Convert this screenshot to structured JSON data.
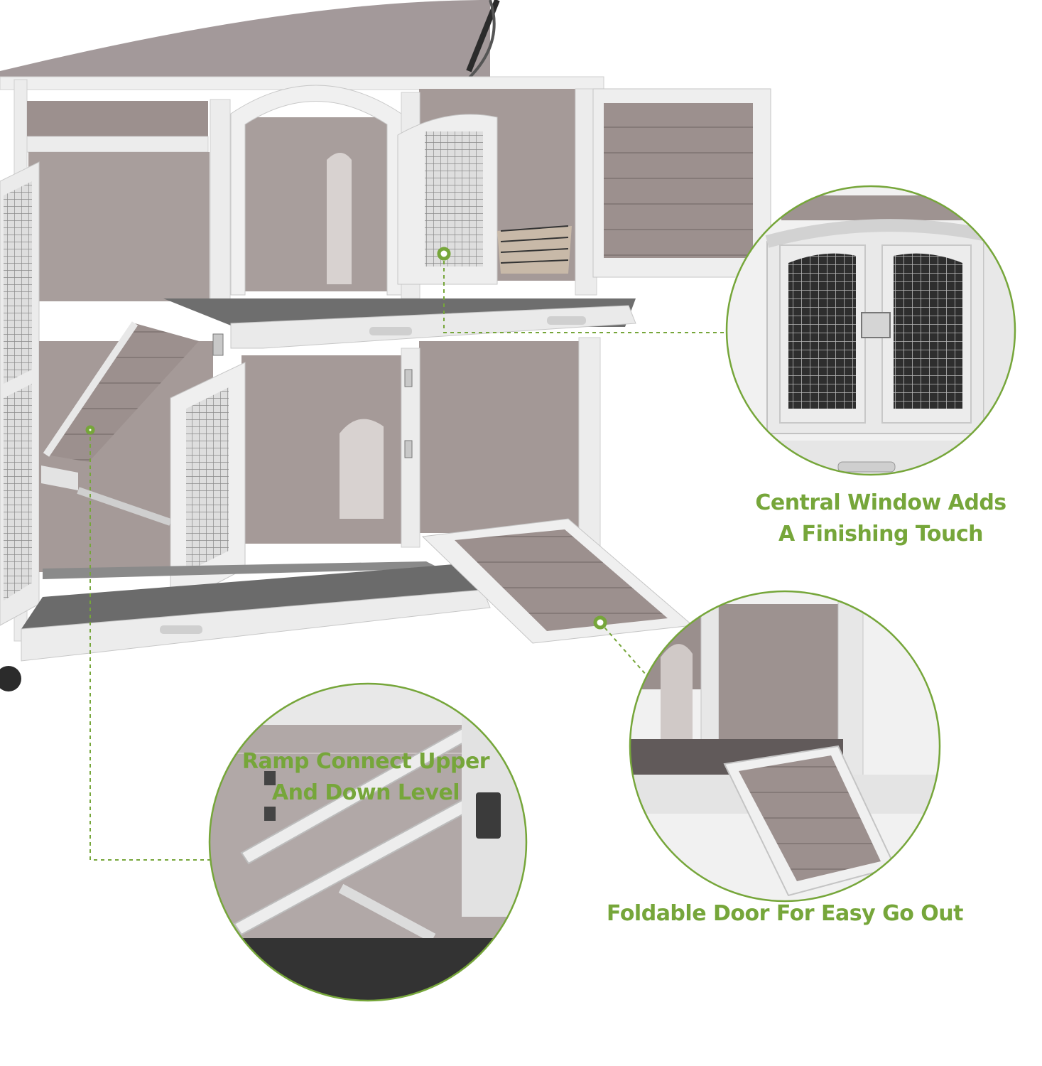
{
  "colors": {
    "accent": "#76a63a",
    "wood_gray": "#9a8e8c",
    "frame_white": "#ededed",
    "tray_dark": "#6b6b6b"
  },
  "callouts": {
    "central_window": {
      "line1": "Central Window Adds",
      "line2": "A Finishing Touch"
    },
    "foldable_door": {
      "line1": "Foldable Door For Easy Go Out"
    },
    "ramp": {
      "line1": "Ramp Connect Upper",
      "line2": "And Down Level"
    }
  }
}
